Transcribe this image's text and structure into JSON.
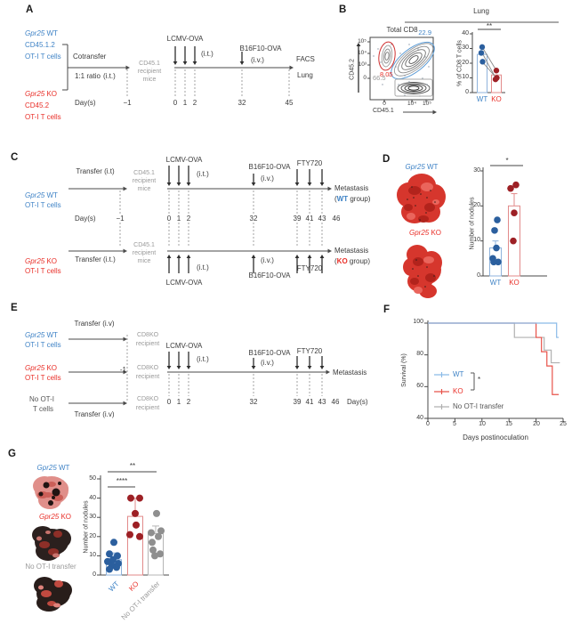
{
  "colors": {
    "blue_text": "#3f83c6",
    "red_text": "#e92f28",
    "gray_text": "#9a9a9a",
    "dot_blue": "#2b5f9e",
    "dot_red": "#9d2025",
    "dot_gray": "#8f8f8f",
    "survival_blue": "#8abbe8",
    "survival_red": "#e8534a",
    "survival_gray": "#b0b0b0"
  },
  "panels": {
    "A": {
      "letter": "A",
      "wt": {
        "gene": "Gpr25",
        "rest": " WT"
      },
      "wt2": "CD45.1.2",
      "wt3": "OT-I T cells",
      "ko": {
        "gene": "Gpr25",
        "rest": " KO"
      },
      "ko2": "CD45.2",
      "ko3": "OT-I T cells",
      "cotransfer": "Cotransfer",
      "ratio": "1:1 ratio",
      "ratio_route": "(i.t.)",
      "recipient": [
        "CD45.1",
        "recipient",
        "mice"
      ],
      "lcmv": "LCMV-OVA",
      "lcmv_route": "(i.t.)",
      "b16": "B16F10-OVA",
      "b16_route": "(i.v.)",
      "facs": "FACS",
      "facs2": "Lung",
      "days_label": "Day(s)",
      "days": [
        "−1",
        "0",
        "1",
        "2",
        "32",
        "45"
      ]
    },
    "B": {
      "letter": "B",
      "header": "Lung",
      "flow_title": "Total CD8",
      "xaxis": "CD45.1",
      "yaxis": "CD45.2",
      "yticks": [
        "10⁵",
        "10⁴",
        "10³",
        "0"
      ],
      "xticks": [
        "0",
        "10⁴",
        "10⁵"
      ],
      "gate_ko": "8.05",
      "gate_wt": "22.9",
      "gate_host": "66.5",
      "ylabel": "% of CD8 T cells",
      "yticks2": [
        "0",
        "10",
        "20",
        "30",
        "40"
      ],
      "sig": "**",
      "wt": "WT",
      "ko": "KO"
    },
    "C": {
      "letter": "C",
      "transfer_top": "Transfer (i.t)",
      "transfer_bottom": "Transfer (i.t.)",
      "wt": {
        "gene": "Gpr25",
        "rest": " WT"
      },
      "wt2": "OT-I T cells",
      "ko": {
        "gene": "Gpr25",
        "rest": " KO"
      },
      "ko2": "OT-I T cells",
      "recipient": [
        "CD45.1",
        "recipient",
        "mice"
      ],
      "lcmv": "LCMV-OVA",
      "lcmv_route": "(i.t.)",
      "b16": "B16F10-OVA",
      "b16_route": "(i.v.)",
      "fty": "FTY720",
      "metastasis": "Metastasis",
      "wt_group": {
        "pre": "(",
        "name": "WT",
        "post": " group)"
      },
      "ko_group": {
        "pre": "(",
        "name": "KO",
        "post": " group)"
      },
      "days_label": "Day(s)",
      "days": [
        "−1",
        "0",
        "1",
        "2",
        "32",
        "39",
        "41",
        "43",
        "46"
      ]
    },
    "D": {
      "letter": "D",
      "wt": {
        "gene": "Gpr25",
        "rest": " WT"
      },
      "ko": {
        "gene": "Gpr25",
        "rest": " KO"
      },
      "ylabel": "Number of nodules",
      "yticks": [
        "0",
        "10",
        "20",
        "30"
      ],
      "sig": "*",
      "wt_tick": "WT",
      "ko_tick": "KO"
    },
    "E": {
      "letter": "E",
      "transfer1": "Transfer (i.v)",
      "transfer3": "Transfer (i.v)",
      "wt": {
        "gene": "Gpr25",
        "rest": " WT"
      },
      "wt2": "OT-I T cells",
      "ko": {
        "gene": "Gpr25",
        "rest": " KO"
      },
      "ko2": "OT-I T cells",
      "none1": "No OT-I",
      "none2": "T cells",
      "recipient": [
        "CD8KO",
        "recipient"
      ],
      "minus1": "-1",
      "lcmv": "LCMV-OVA",
      "lcmv_route": "(i.t.)",
      "b16": "B16F10-OVA",
      "b16_route": "(i.v.)",
      "fty": "FTY720",
      "metastasis": "Metastasis",
      "days_label": "Day(s)",
      "days": [
        "0",
        "1",
        "2",
        "32",
        "39",
        "41",
        "43",
        "46"
      ]
    },
    "F": {
      "letter": "F",
      "ylabel": "Survival (%)",
      "xlabel": "Days postinoculation",
      "yticks": [
        "100",
        "80",
        "60",
        "40"
      ],
      "xticks": [
        "0",
        "5",
        "10",
        "15",
        "20",
        "25"
      ],
      "legend": {
        "wt": "WT",
        "ko": "KO",
        "none": "No OT-I transfer"
      },
      "sig": "*"
    },
    "G": {
      "letter": "G",
      "wt": {
        "gene": "Gpr25",
        "rest": " WT"
      },
      "ko": {
        "gene": "Gpr25",
        "rest": " KO"
      },
      "none": "No OT-I transfer",
      "ylabel": "Number of nodules",
      "yticks": [
        "0",
        "10",
        "20",
        "30",
        "40",
        "50"
      ],
      "sig_ko": "****",
      "sig_none": "**",
      "xticks": [
        "WT",
        "KO",
        "No OT-I transfer"
      ]
    }
  },
  "chart_data": [
    {
      "id": "panelB-flow",
      "type": "scatter",
      "title": "Total CD8",
      "xlabel": "CD45.1",
      "ylabel": "CD45.2",
      "xticks": [
        "0",
        "10⁴",
        "10⁵"
      ],
      "yticks": [
        "10⁵",
        "10⁴",
        "10³",
        "0"
      ],
      "gates": [
        {
          "name": "Gpr25 KO CD45.2",
          "percent": 8.05,
          "color": "#d03030"
        },
        {
          "name": "Gpr25 WT CD45.1.2",
          "percent": 22.9,
          "color": "#5b9bd5"
        },
        {
          "name": "host CD45.1",
          "percent": 66.5,
          "color": "#aaaaaa"
        }
      ]
    },
    {
      "id": "panelB-paired",
      "type": "scatter",
      "ylabel": "% of CD8 T cells",
      "ylim": [
        0,
        40
      ],
      "yticks": [
        0,
        10,
        20,
        30,
        40
      ],
      "categories": [
        "WT",
        "KO"
      ],
      "pairs": [
        [
          31,
          15
        ],
        [
          27,
          9
        ],
        [
          21,
          10
        ]
      ],
      "bar_means": [
        26,
        12
      ],
      "sig": "**"
    },
    {
      "id": "panelD",
      "type": "bar",
      "ylabel": "Number of nodules",
      "ylim": [
        0,
        30
      ],
      "yticks": [
        0,
        10,
        20,
        30
      ],
      "categories": [
        "WT",
        "KO"
      ],
      "means": [
        8,
        20
      ],
      "error_low": [
        8,
        16.5
      ],
      "error_high": [
        10,
        23.5
      ],
      "points": {
        "WT": [
          16,
          13,
          8,
          5,
          4,
          4
        ],
        "KO": [
          26,
          25,
          18,
          10
        ]
      },
      "sig": "*"
    },
    {
      "id": "panelF",
      "type": "line",
      "ylabel": "Survival (%)",
      "xlabel": "Days postinoculation",
      "xlim": [
        0,
        25
      ],
      "ylim": [
        40,
        100
      ],
      "xticks": [
        0,
        5,
        10,
        15,
        20,
        25
      ],
      "yticks": [
        40,
        60,
        80,
        100
      ],
      "legend_position": "left-center",
      "sig": "*",
      "series": [
        {
          "name": "WT",
          "color": "#8abbe8",
          "steps": [
            [
              0,
              100
            ],
            [
              23.8,
              100
            ],
            [
              23.8,
              91
            ],
            [
              24.2,
              91
            ]
          ]
        },
        {
          "name": "KO",
          "color": "#e8534a",
          "steps": [
            [
              0,
              100
            ],
            [
              20,
              100
            ],
            [
              20,
              91
            ],
            [
              21,
              91
            ],
            [
              21,
              82
            ],
            [
              22,
              82
            ],
            [
              22,
              73
            ],
            [
              23,
              73
            ],
            [
              23,
              55
            ],
            [
              24.2,
              55
            ]
          ]
        },
        {
          "name": "No OT-I transfer",
          "color": "#b0b0b0",
          "steps": [
            [
              0,
              100
            ],
            [
              16,
              100
            ],
            [
              16,
              91
            ],
            [
              21.5,
              91
            ],
            [
              21.5,
              83
            ],
            [
              22.8,
              83
            ],
            [
              22.8,
              75
            ],
            [
              24.4,
              75
            ]
          ]
        }
      ]
    },
    {
      "id": "panelG",
      "type": "bar",
      "ylabel": "Number of nodules",
      "ylim": [
        0,
        50
      ],
      "yticks": [
        0,
        10,
        20,
        30,
        40,
        50
      ],
      "categories": [
        "WT",
        "KO",
        "No OT-I transfer"
      ],
      "means": [
        8,
        30.5,
        21.5
      ],
      "error_high": [
        11.5,
        40,
        25.5
      ],
      "error_low": [
        4.5,
        21,
        17.5
      ],
      "points": {
        "WT": [
          17,
          11,
          10,
          8,
          7,
          6,
          5,
          4,
          3
        ],
        "KO": [
          40,
          40,
          32,
          26,
          21,
          20
        ],
        "No OT-I transfer": [
          32,
          23,
          22,
          20,
          17,
          13,
          11,
          10
        ]
      },
      "sigs": [
        {
          "between": [
            "WT",
            "KO"
          ],
          "label": "****"
        },
        {
          "between": [
            "WT",
            "No OT-I transfer"
          ],
          "label": "**"
        }
      ]
    }
  ]
}
